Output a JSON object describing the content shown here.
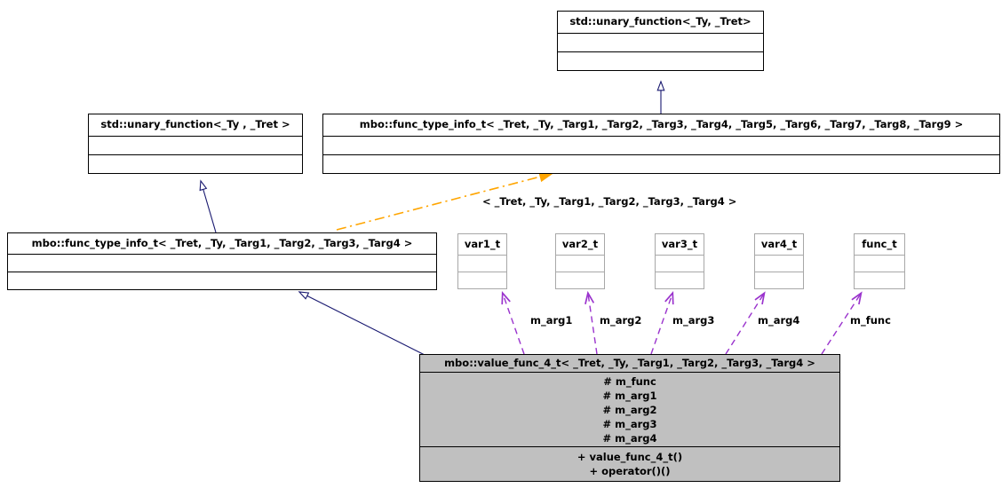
{
  "diagram": {
    "kind": "uml-class-inheritance-collaboration-graph",
    "colors": {
      "node_fill": "#ffffff",
      "highlight_node_fill": "#c0c0c0",
      "node_border": "#000000",
      "light_node_border": "#a8a8a8",
      "inheritance_edge": "#191970",
      "usage_edge": "#9a32cd",
      "template_instance_edge": "#ffa500",
      "text": "#000000"
    },
    "nodes": [
      {
        "id": "std-unary-function-top",
        "title": "std::unary_function<_Ty, _Tret>",
        "attributes": [],
        "operations": [],
        "highlighted": false,
        "border": "dark"
      },
      {
        "id": "std-unary-function-templ",
        "title": "std::unary_function<_Ty , _Tret >",
        "attributes": [],
        "operations": [],
        "highlighted": false,
        "border": "dark"
      },
      {
        "id": "func-type-info-t-9",
        "title": "mbo::func_type_info_t< _Tret, _Ty, _Targ1, _Targ2, _Targ3, _Targ4, _Targ5, _Targ6, _Targ7, _Targ8, _Targ9 >",
        "attributes": [],
        "operations": [],
        "highlighted": false,
        "border": "dark"
      },
      {
        "id": "func-type-info-t-4",
        "title": "mbo::func_type_info_t< _Tret, _Ty, _Targ1, _Targ2, _Targ3, _Targ4 >",
        "attributes": [],
        "operations": [],
        "highlighted": false,
        "border": "dark"
      },
      {
        "id": "var1-t",
        "title": "var1_t",
        "attributes": [],
        "operations": [],
        "highlighted": false,
        "border": "light"
      },
      {
        "id": "var2-t",
        "title": "var2_t",
        "attributes": [],
        "operations": [],
        "highlighted": false,
        "border": "light"
      },
      {
        "id": "var3-t",
        "title": "var3_t",
        "attributes": [],
        "operations": [],
        "highlighted": false,
        "border": "light"
      },
      {
        "id": "var4-t",
        "title": "var4_t",
        "attributes": [],
        "operations": [],
        "highlighted": false,
        "border": "light"
      },
      {
        "id": "func-t",
        "title": "func_t",
        "attributes": [],
        "operations": [],
        "highlighted": false,
        "border": "light"
      },
      {
        "id": "value-func-4-t",
        "title": "mbo::value_func_4_t< _Tret, _Ty, _Targ1, _Targ2, _Targ3, _Targ4 >",
        "attributes": [
          "# m_func",
          "# m_arg1",
          "# m_arg2",
          "# m_arg3",
          "# m_arg4"
        ],
        "operations": [
          "+ value_func_4_t()",
          "+ operator()()"
        ],
        "highlighted": true,
        "border": "dark"
      }
    ],
    "edge_labels": [
      {
        "id": "template-args-label",
        "text": "< _Tret, _Ty, _Targ1, _Targ2, _Targ3, _Targ4 >"
      },
      {
        "id": "m_arg1-label",
        "text": "m_arg1"
      },
      {
        "id": "m_arg2-label",
        "text": "m_arg2"
      },
      {
        "id": "m_arg3-label",
        "text": "m_arg3"
      },
      {
        "id": "m_arg4-label",
        "text": "m_arg4"
      },
      {
        "id": "m_func-label",
        "text": "m_func"
      }
    ]
  }
}
